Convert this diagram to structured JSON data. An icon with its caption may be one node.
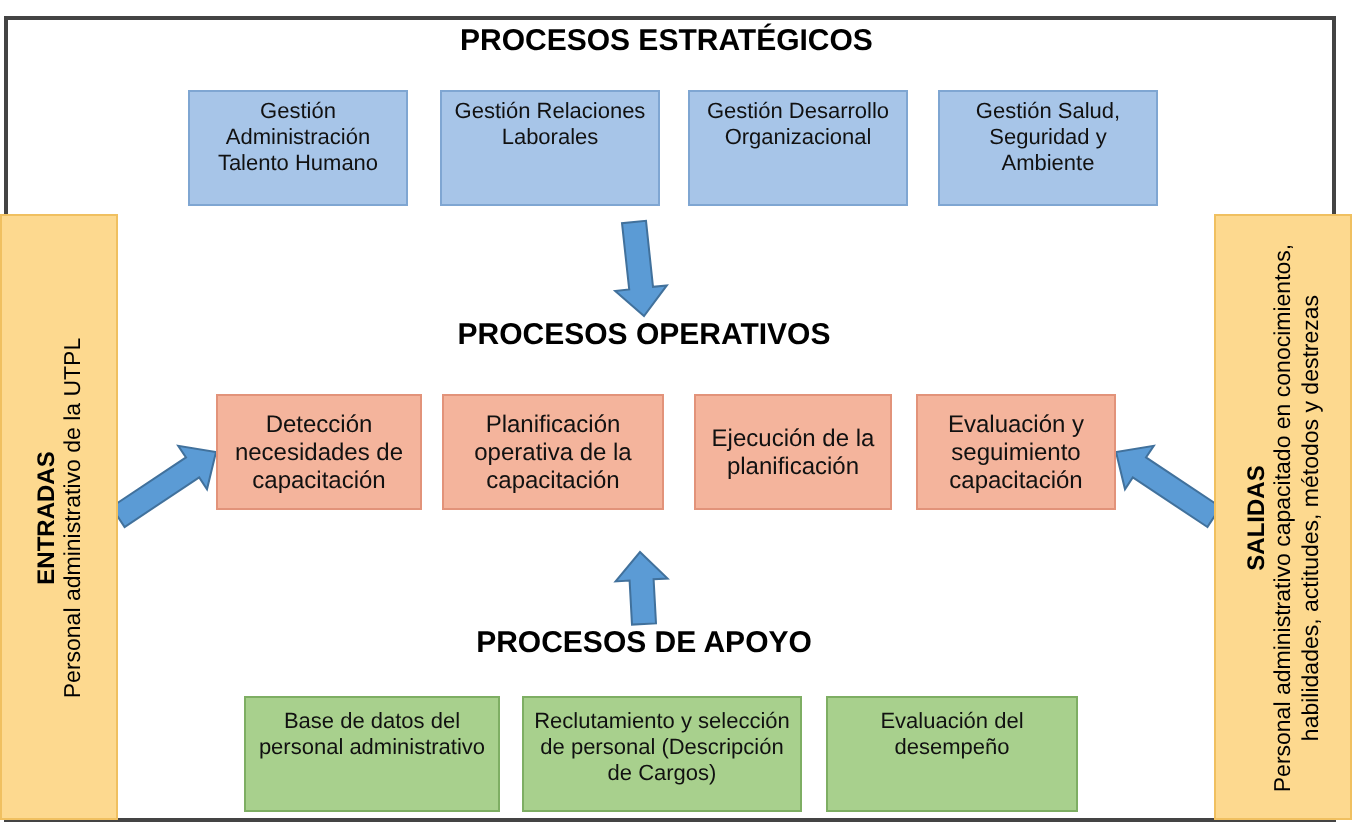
{
  "diagram": {
    "nodes": [
      {
        "text": [
          "Gestión Administración Talento Humano"
        ]
      },
      {
        "text": [
          "Gestión Relaciones Laborales"
        ]
      },
      {
        "text": [
          "Gestión Desarrollo Organizacional"
        ]
      },
      {
        "text": [
          "Gestión Salud, Seguridad y Ambiente"
        ]
      },
      {
        "text": [
          "PROCESOS OPERATIVOS"
        ]
      },
      {
        "text": [
          "ENTRADAS",
          "Personal administrativo de la UTPL"
        ]
      },
      {
        "text": [
          "Detección necesidades de capacitación"
        ]
      },
      {
        "text": [
          "Planificación operativa de la capacitación"
        ]
      },
      {
        "text": [
          "Ejecución de la planificación"
        ]
      },
      {
        "text": [
          "Evaluación y seguimiento capacitación"
        ]
      },
      {
        "text": [
          "SALIDAS",
          "Personal administrativo capacitado en conocimientos, habilidades, actitudes, métodos y destrezas"
        ]
      },
      {
        "text": [
          "PROCESOS DE APOYO"
        ]
      },
      {
        "text": [
          "Base de datos del personal administrativo"
        ]
      },
      {
        "text": [
          "Reclutamiento y selección de personal (Descripción de Cargos)"
        ]
      },
      {
        "text": [
          "Evaluación del desempeño"
        ]
      }
    ],
    "edges": [
      {
        "from": null,
        "to": 4,
        "arrow": "to"
      },
      {
        "from": 5,
        "to": 6,
        "arrow": "to"
      },
      {
        "from": 10,
        "to": 9,
        "arrow": "to"
      },
      {
        "from": 11,
        "to": null,
        "arrow": "to"
      }
    ],
    "labels": [
      "PROCESOS ESTRATÉGICOS"
    ]
  }
}
